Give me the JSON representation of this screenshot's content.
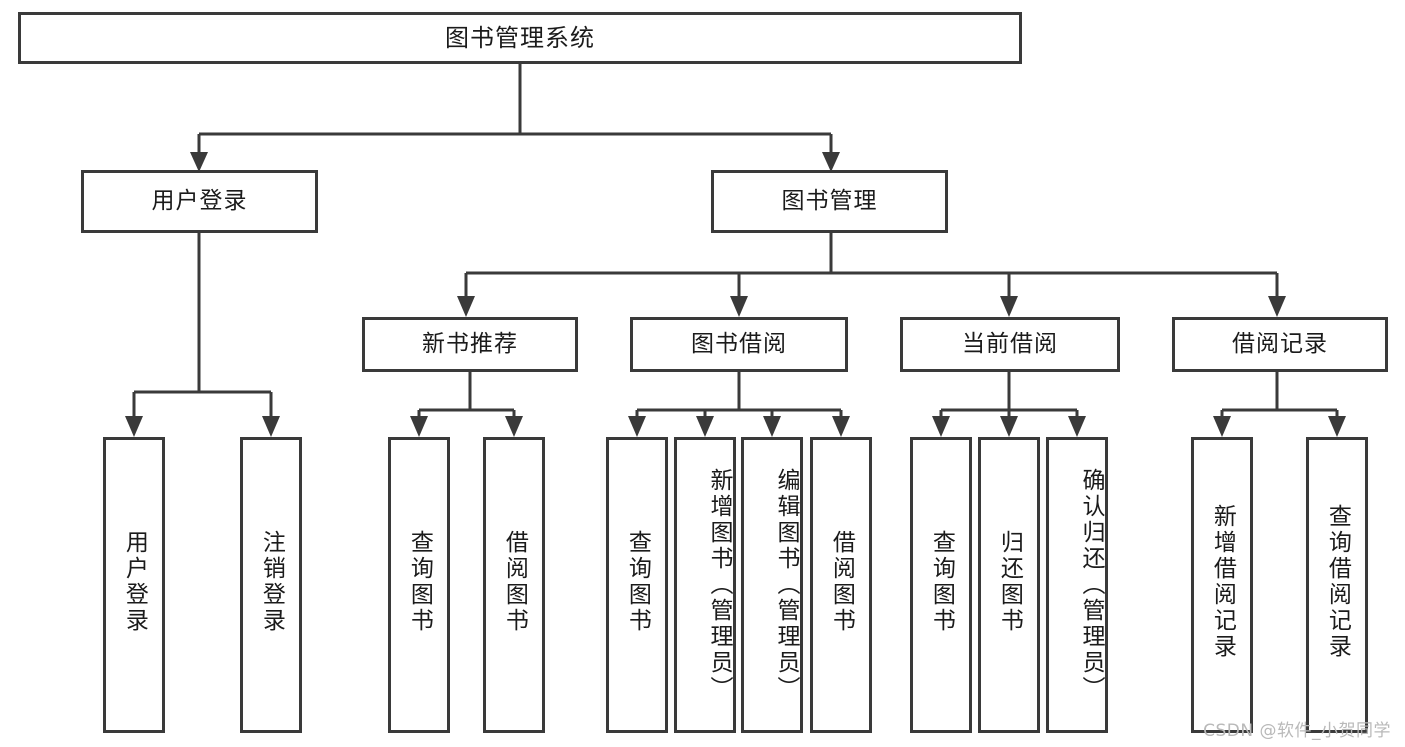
{
  "diagram": {
    "title": "图书管理系统",
    "watermark": "CSDN @软件_小贺同学",
    "colors": {
      "stroke": "#3a3a3a",
      "fill": "#ffffff",
      "text": "#1b1b1b",
      "watermark": "#b9b9b9"
    },
    "root": {
      "label": "图书管理系统"
    },
    "level2": [
      {
        "label": "用户登录"
      },
      {
        "label": "图书管理"
      }
    ],
    "level3": [
      {
        "label": "新书推荐"
      },
      {
        "label": "图书借阅"
      },
      {
        "label": "当前借阅"
      },
      {
        "label": "借阅记录"
      }
    ],
    "leaves": {
      "user_login": [
        {
          "label": "用户登录"
        },
        {
          "label": "注销登录"
        }
      ],
      "new_book_recommend": [
        {
          "label": "查询图书"
        },
        {
          "label": "借阅图书"
        }
      ],
      "book_borrow": [
        {
          "label": "查询图书"
        },
        {
          "label": "新增图书（管理员）"
        },
        {
          "label": "编辑图书（管理员）"
        },
        {
          "label": "借阅图书"
        }
      ],
      "current_borrow": [
        {
          "label": "查询图书"
        },
        {
          "label": "归还图书"
        },
        {
          "label": "确认归还（管理员）"
        }
      ],
      "borrow_record": [
        {
          "label": "新增借阅记录"
        },
        {
          "label": "查询借阅记录"
        }
      ]
    }
  }
}
